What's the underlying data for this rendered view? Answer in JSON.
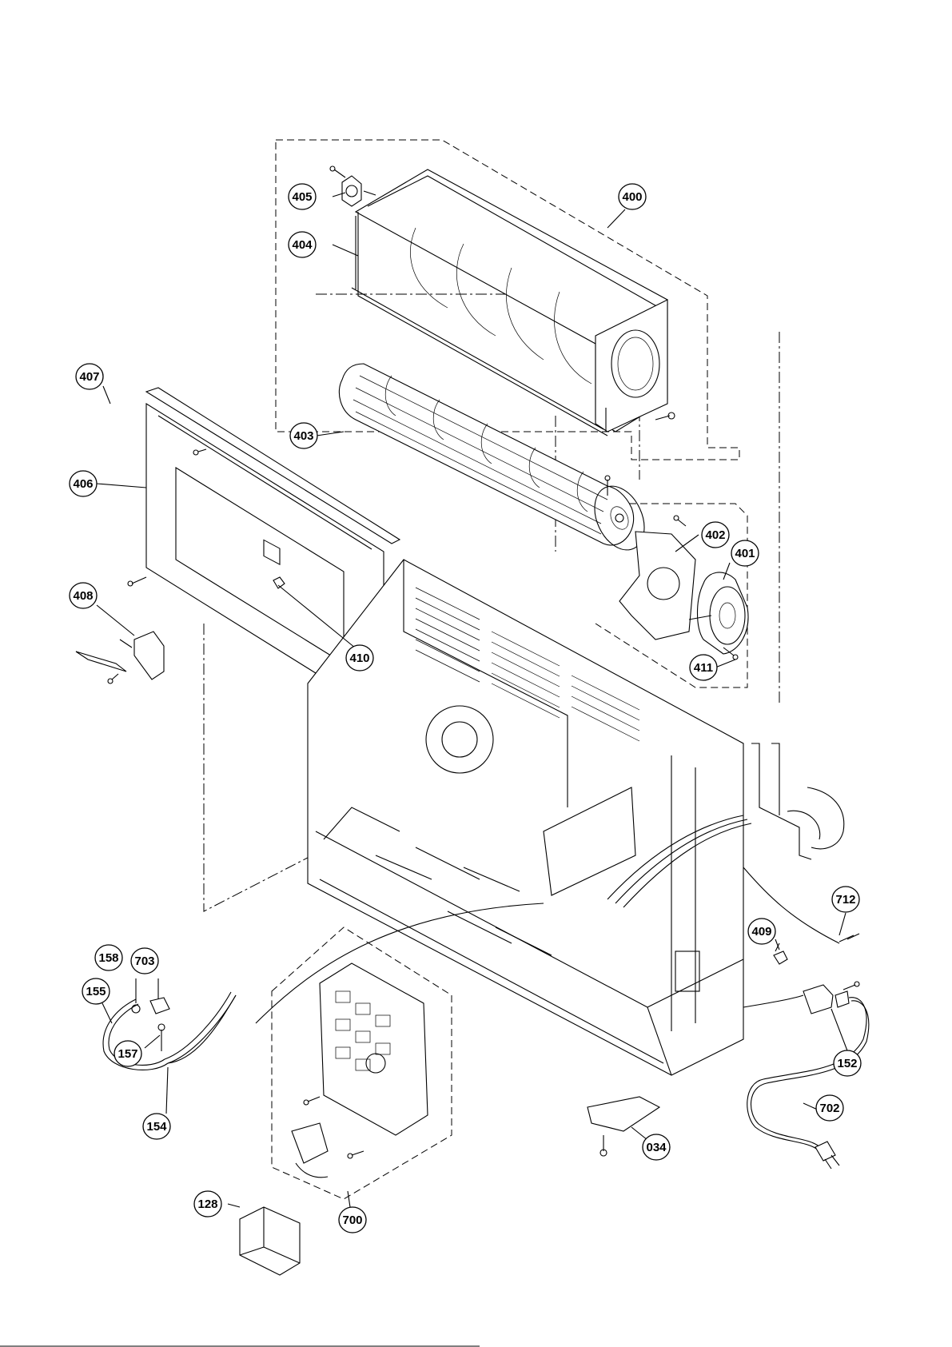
{
  "parts": [
    {
      "id": "p400",
      "label": "400"
    },
    {
      "id": "p401",
      "label": "401"
    },
    {
      "id": "p402",
      "label": "402"
    },
    {
      "id": "p403",
      "label": "403"
    },
    {
      "id": "p404",
      "label": "404"
    },
    {
      "id": "p405",
      "label": "405"
    },
    {
      "id": "p406",
      "label": "406"
    },
    {
      "id": "p407",
      "label": "407"
    },
    {
      "id": "p408",
      "label": "408"
    },
    {
      "id": "p409",
      "label": "409"
    },
    {
      "id": "p410",
      "label": "410"
    },
    {
      "id": "p411",
      "label": "411"
    },
    {
      "id": "p712",
      "label": "712"
    },
    {
      "id": "p152",
      "label": "152"
    },
    {
      "id": "p702",
      "label": "702"
    },
    {
      "id": "p034",
      "label": "034"
    },
    {
      "id": "p700",
      "label": "700"
    },
    {
      "id": "p128",
      "label": "128"
    },
    {
      "id": "p154",
      "label": "154"
    },
    {
      "id": "p155",
      "label": "155"
    },
    {
      "id": "p157",
      "label": "157"
    },
    {
      "id": "p158",
      "label": "158"
    },
    {
      "id": "p703",
      "label": "703"
    }
  ]
}
